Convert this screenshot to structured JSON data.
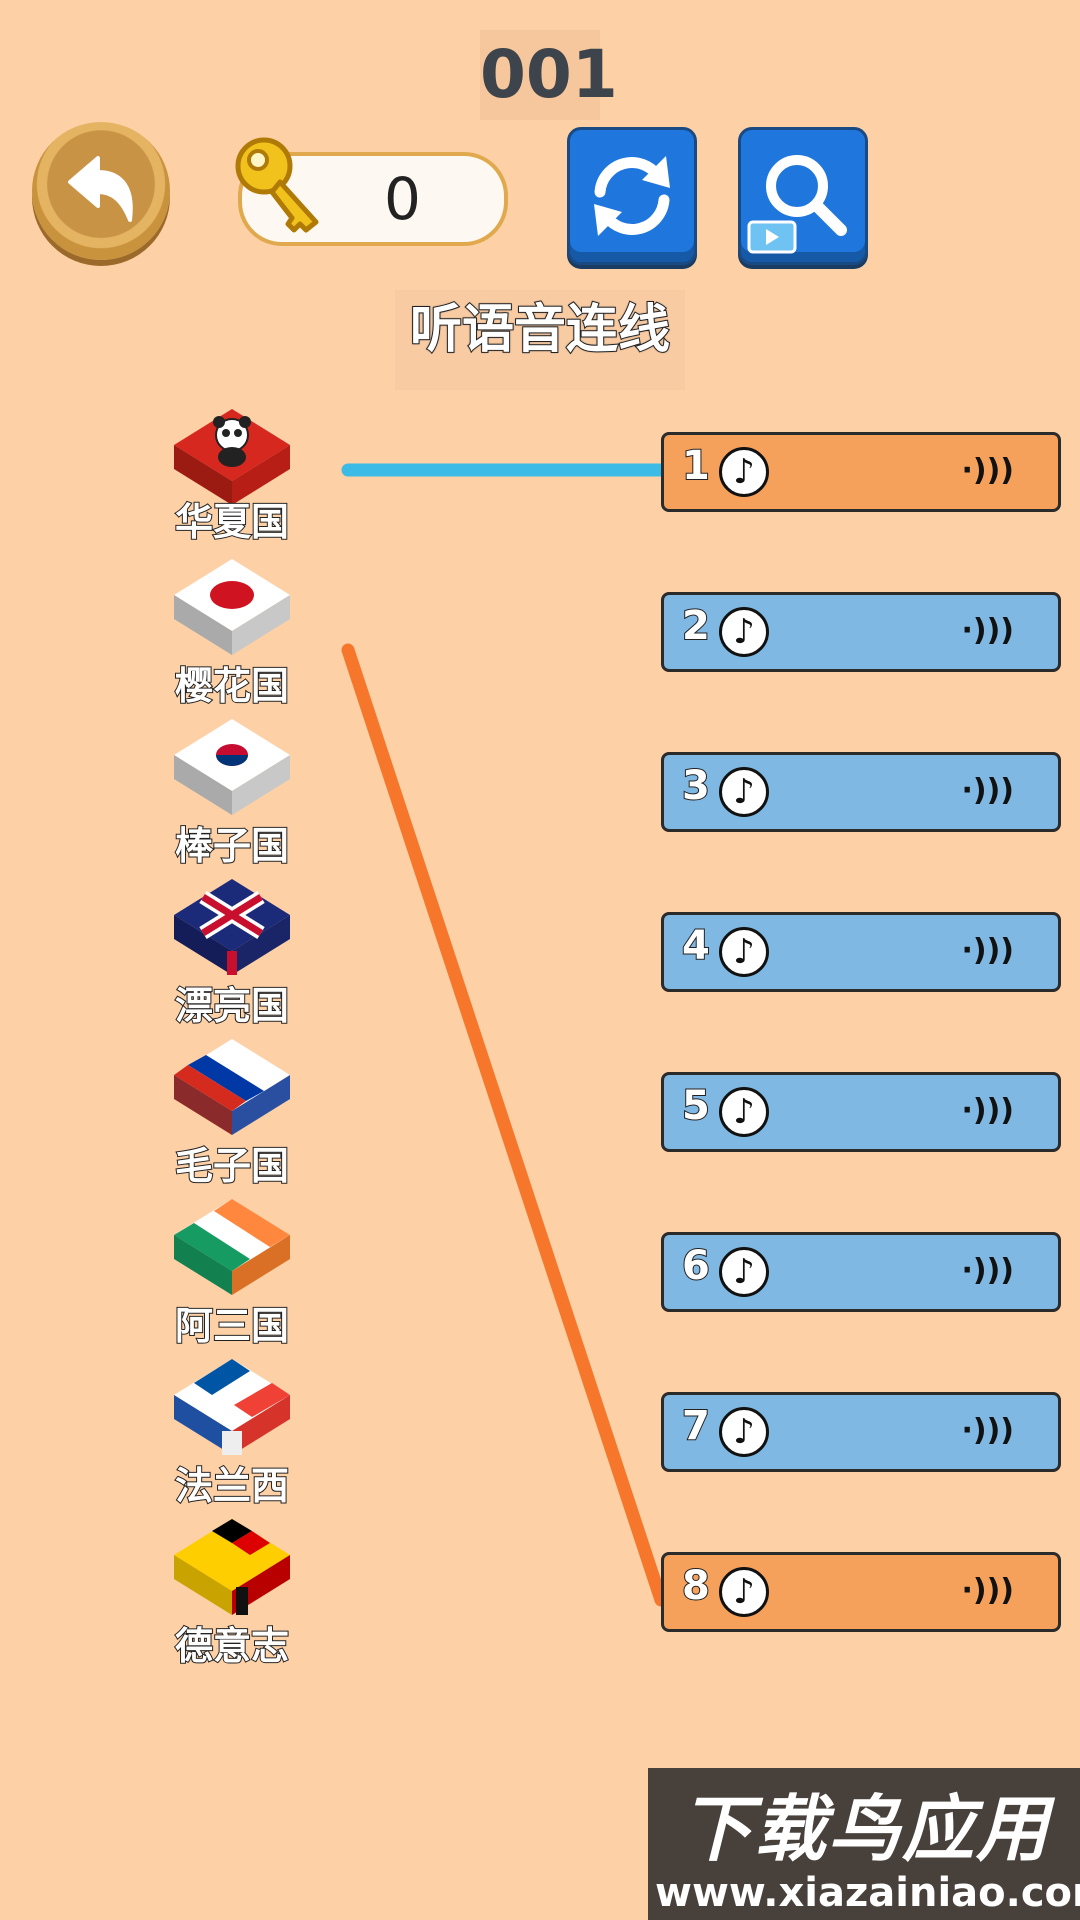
{
  "header": {
    "level": "001",
    "key_count": "0",
    "title": "听语音连线"
  },
  "colors": {
    "background": "#fdd0a6",
    "slot_default": "#7fb8e3",
    "slot_active": "#f5a15c",
    "line_blue": "#3bbbe6",
    "line_orange": "#f6772b",
    "button_blue": "#1f77dd"
  },
  "icons": {
    "back": "back-arrow-icon",
    "key": "key-icon",
    "refresh": "refresh-icon",
    "search": "search-icon",
    "note": "music-note-icon",
    "speaker": "speaker-icon"
  },
  "countries": [
    {
      "label": "华夏国",
      "flag": "panda-red"
    },
    {
      "label": "樱花国",
      "flag": "japan"
    },
    {
      "label": "棒子国",
      "flag": "korea"
    },
    {
      "label": "漂亮国",
      "flag": "uk"
    },
    {
      "label": "毛子国",
      "flag": "russia"
    },
    {
      "label": "阿三国",
      "flag": "ireland"
    },
    {
      "label": "法兰西",
      "flag": "france"
    },
    {
      "label": "德意志",
      "flag": "germany"
    }
  ],
  "slots": [
    {
      "number": "1",
      "note": "♪",
      "state": "active"
    },
    {
      "number": "2",
      "note": "♪",
      "state": "default"
    },
    {
      "number": "3",
      "note": "♪",
      "state": "default"
    },
    {
      "number": "4",
      "note": "♪",
      "state": "default"
    },
    {
      "number": "5",
      "note": "♪",
      "state": "default"
    },
    {
      "number": "6",
      "note": "♪",
      "state": "default"
    },
    {
      "number": "7",
      "note": "♪",
      "state": "default"
    },
    {
      "number": "8",
      "note": "♪",
      "state": "active"
    }
  ],
  "connections": [
    {
      "from_country": 0,
      "to_slot": 0,
      "color": "#3bbbe6"
    },
    {
      "from_country": 1,
      "to_slot": 7,
      "color": "#f6772b"
    }
  ],
  "watermark": {
    "line1": "下载鸟应用",
    "line2": "www.xiazainiao.com"
  }
}
